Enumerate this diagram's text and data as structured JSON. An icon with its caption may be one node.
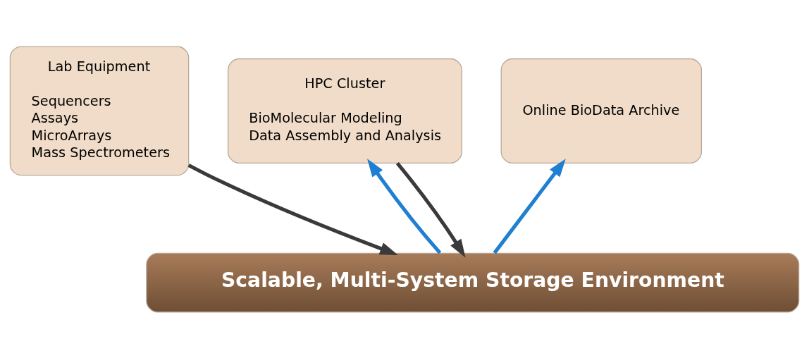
{
  "diagram": {
    "nodes": [
      {
        "text": [
          "Lab Equipment",
          "Sequencers",
          "Assays",
          "MicroArrays",
          "Mass Spectrometers"
        ]
      },
      {
        "text": [
          "HPC Cluster",
          "BioMolecular Modeling",
          "Data Assembly and Analysis"
        ]
      },
      {
        "text": [
          "Online BioData Archive"
        ]
      },
      {
        "text": [
          "Scalable, Multi-System Storage Environment"
        ]
      }
    ],
    "edges": [
      {
        "from": 0,
        "to": 3,
        "arrow": "to",
        "color": "#3a3a3a"
      },
      {
        "from": 3,
        "to": 1,
        "arrow": "to",
        "color": "#1f7fd0"
      },
      {
        "from": 1,
        "to": 3,
        "arrow": "to",
        "color": "#3a3a3a"
      },
      {
        "from": 3,
        "to": 2,
        "arrow": "to",
        "color": "#1f7fd0"
      }
    ]
  }
}
